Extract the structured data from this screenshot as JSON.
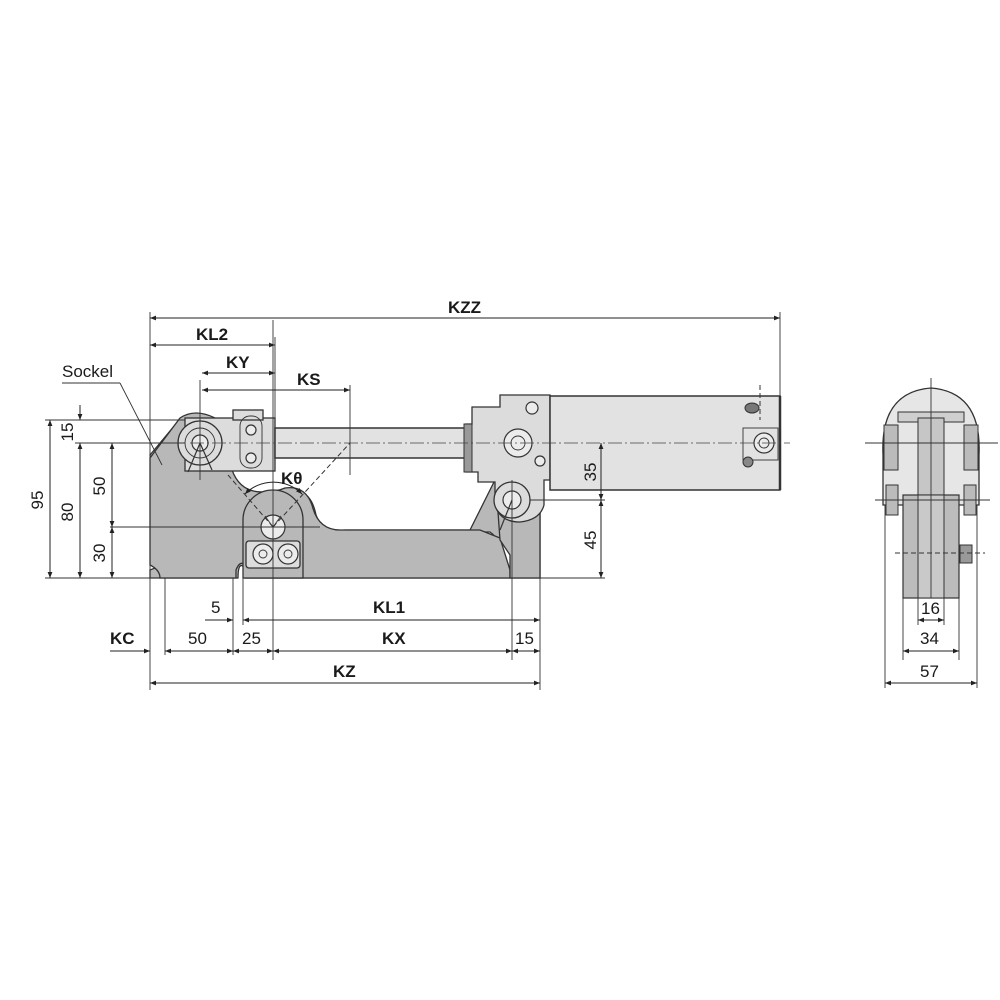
{
  "diagram": {
    "type": "technical-drawing",
    "views": [
      "side-view",
      "end-view"
    ]
  },
  "side_view": {
    "labels": {
      "sockel": "Sockel",
      "kzz": "KZZ",
      "kl2": "KL2",
      "ky": "KY",
      "ks": "KS",
      "ktheta": "Kθ",
      "kl1": "KL1",
      "kx": "KX",
      "kz": "KZ",
      "kc": "KC"
    },
    "vertical_dims": {
      "d95": "95",
      "d80": "80",
      "d50": "50",
      "d30": "30",
      "d15": "15",
      "d35": "35",
      "d45": "45"
    },
    "horizontal_dims": {
      "d5": "5",
      "d50": "50",
      "d25": "25",
      "d15": "15"
    }
  },
  "end_view": {
    "dims": {
      "d16": "16",
      "d34": "34",
      "d57": "57"
    }
  },
  "colors": {
    "body_dark": "#b8b8b8",
    "body_light": "#dcdcdc",
    "cylinder": "#e2e2e2",
    "line": "#333333"
  }
}
